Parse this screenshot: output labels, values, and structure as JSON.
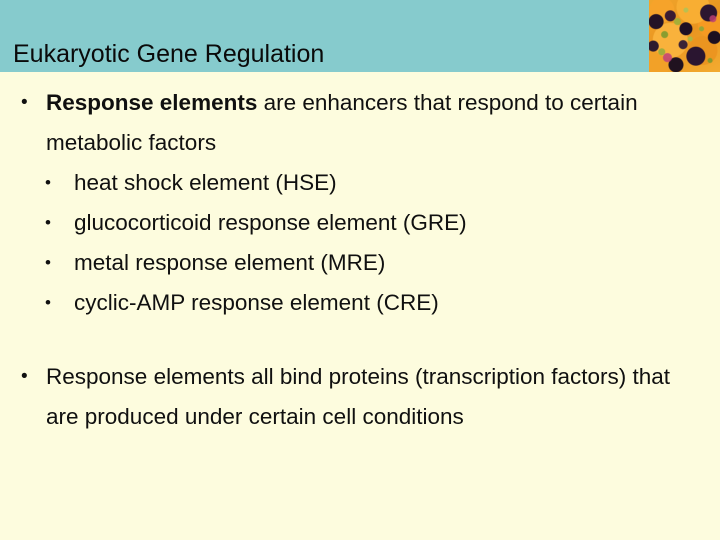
{
  "slide": {
    "title": "Eukaryotic Gene Regulation",
    "header_band_color": "#86cbcd",
    "background_color": "#fdfcde",
    "text_color": "#101010",
    "header_photo_alt": "fruit-salad-photo",
    "bullet_glyph": "•"
  },
  "content": {
    "blocks": [
      {
        "lead_bold": "Response elements",
        "lead_rest": " are enhancers that respond to certain metabolic factors",
        "sub_items": [
          "heat shock element (HSE)",
          "glucocorticoid response element (GRE)",
          "metal response element (MRE)",
          "cyclic-AMP response element (CRE)"
        ]
      },
      {
        "lead_bold": "",
        "lead_rest": "Response elements all bind proteins (transcription factors) that are produced under certain cell conditions",
        "sub_items": []
      }
    ]
  }
}
